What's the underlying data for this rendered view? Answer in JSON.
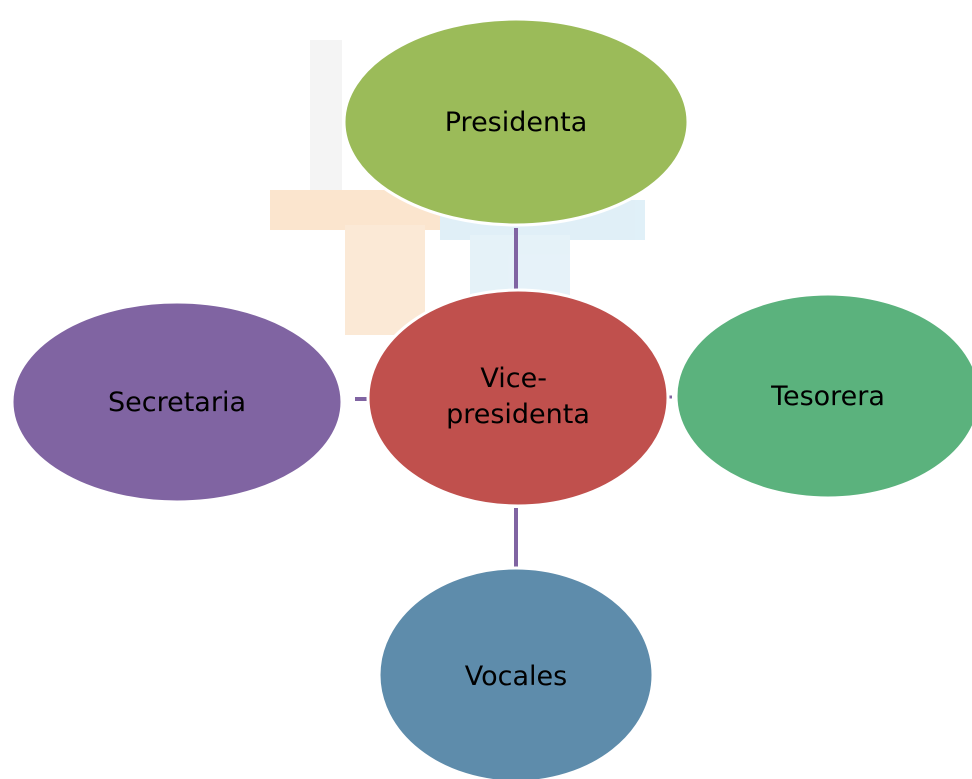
{
  "diagram": {
    "center": {
      "label_lines": [
        "Vice-",
        "presidenta"
      ],
      "color": "#C0504D"
    },
    "nodes": [
      {
        "id": "presidenta",
        "label": "Presidenta",
        "color": "#9BBB59"
      },
      {
        "id": "tesorera",
        "label": "Tesorera",
        "color": "#5BB27D"
      },
      {
        "id": "vocales",
        "label": "Vocales",
        "color": "#5E8CAB"
      },
      {
        "id": "secretaria",
        "label": "Secretaria",
        "color": "#8064A2"
      }
    ],
    "connector_color": "#8064A2",
    "background_watermark": {
      "colors": [
        "#FBE3C9",
        "#DDEEF7"
      ]
    }
  }
}
